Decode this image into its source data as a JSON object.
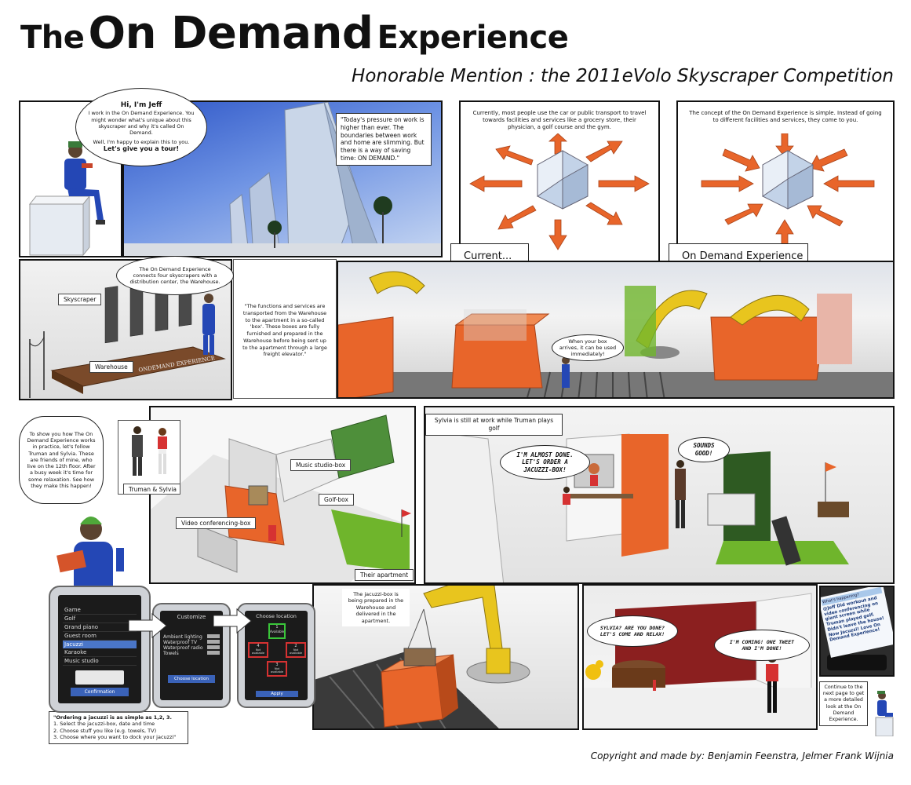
{
  "header": {
    "title_the": "The",
    "title_main": "On Demand",
    "title_experience": "Experience",
    "subtitle": "Honorable Mention : the 2011eVolo Skyscraper Competition"
  },
  "panels": {
    "intro_bubble": {
      "greeting": "Hi, I'm Jeff",
      "line1": "I work in the On Demand Experience. You might wonder what's unique about this skyscraper and why it's called On Demand.",
      "line2": "Well, I'm happy to explain this to you.",
      "line3": "Let's give you a tour!"
    },
    "pressure_text": "\"Today's pressure on work is higher than ever. The boundaries between work and home are slimming. But there is a way of saving time: ON DEMAND.\"",
    "current_text": "Currently, most people use the car or public transport to travel towards facilities and services like a grocery store, their physician, a golf course and the gym.",
    "current_label": "Current...",
    "concept_text": "The concept of the On Demand Experience is simple. Instead of going to different facilities and services, they come to you.",
    "concept_label": "On Demand Experience",
    "warehouse_bubble": "The On Demand Experience connects four skyscrapers with a distribution center, the Warehouse.",
    "skyscraper_label": "Skyscraper",
    "warehouse_label": "Warehouse",
    "model_sign": "ONDEMAND EXPERIENCE",
    "functions_text": "\"The functions and services are transported from the Warehouse to the apartment in a so-called 'box'. These boxes are fully furnished and prepared in the Warehouse before being sent up to the apartment through a large freight elevator.\"",
    "box_arrives_bubble": "When your box arrives, it can be used immediately!",
    "follow_bubble": "To show you how The On Demand Experience works in practice, let's follow Truman and Sylvia. These are friends of mine, who live on the 12th floor. After a busy week it's time for some relaxation. See how they make this happen!",
    "truman_sylvia_label": "Truman & Sylvia",
    "music_box_label": "Music studio-box",
    "golf_box_label": "Golf-box",
    "video_box_label": "Video conferencing-box",
    "apartment_label": "Their apartment",
    "sylvia_caption": "Sylvia is still at work while Truman plays golf",
    "sylvia_bubble": "I'm almost done. Let's order a jacuzzi-box!",
    "truman_bubble": "Sounds good!",
    "jacuzzi_caption": "The jacuzzi-box is being prepared in the Warehouse and delivered in the apartment.",
    "truman_q_bubble": "Sylvia? Are you done? Let's come and relax!",
    "sylvia_reply_bubble": "I'm coming! One tweet and I'm done!",
    "tweet_header": "What's happening?",
    "tweet_text": "@Jeff Did workout and video conferencing on giant screen while Truman played golf. Didn't leave the house! Now Jacuzzi! Love On Demand Experience!",
    "continue_text": "Continue to the next page to get a more detailed look at the On Demand Experience."
  },
  "tablet1": {
    "menu": [
      "Game",
      "Golf",
      "Grand piano",
      "Guest room",
      "Jacuzzi",
      "Karaoke",
      "Music studio"
    ],
    "selected": "Jacuzzi",
    "button": "Confirmation"
  },
  "tablet2": {
    "title": "Customize",
    "options": [
      "Ambient lighting",
      "Waterproof TV",
      "Waterproof radio",
      "Towels"
    ],
    "button": "Choose location"
  },
  "tablet3": {
    "title": "Choose location",
    "slots": [
      {
        "num": "1",
        "status": "Available"
      },
      {
        "num": "2",
        "status": "Not available"
      },
      {
        "num": "3",
        "status": "Not available"
      },
      {
        "num": "4",
        "status": "Not available"
      }
    ],
    "button": "Apply"
  },
  "steps": {
    "intro": "\"Ordering a jacuzzi is as simple as 1,2, 3.",
    "step1": "1. Select the jacuzzi-box, date and time",
    "step2": "2. Choose stuff you like (e.g. towels, TV)",
    "step3": "3. Choose where you want to dock your jacuzzi\""
  },
  "footer": {
    "credit": "Copyright and made by: Benjamin Feenstra, Jelmer Frank Wijnia"
  },
  "colors": {
    "orange": "#e8652a",
    "yellow": "#e8c51e",
    "green": "#6fb52c",
    "sky": "#3f6fd1",
    "grey": "#d9d9d9"
  }
}
